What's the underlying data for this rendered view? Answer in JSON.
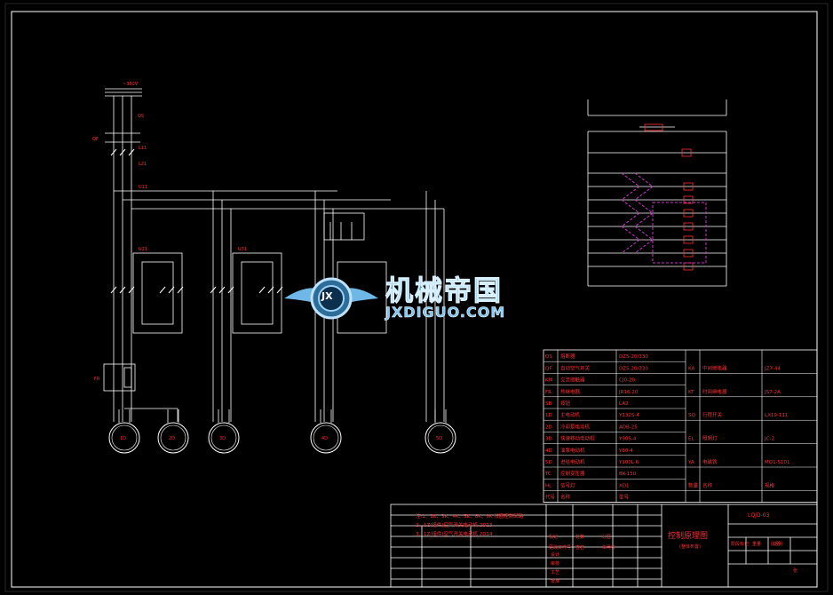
{
  "drawing": {
    "background": "#000000",
    "line_color": "#ffffff",
    "text_color": "#ff3030",
    "accent_magenta": "#cc33cc",
    "title_cn": "控制原理图",
    "title_sub": "(整体布置)",
    "drawing_no": "LQJD-03",
    "scale_label": "比例",
    "sheet_label": "张",
    "notes": [
      "注:1、2K、3K、4K、5K、6K、9K 线圈控制回路",
      "2、1Z(组件)空气开关电动机  2D13",
      "3、1Z(组件)空气开关电动机  2D14"
    ]
  },
  "watermark": {
    "brand_cn": "机械帝国",
    "brand_en": "JXDIGUO.COM",
    "logo_letters": "JX"
  },
  "motors": [
    {
      "label": "1D"
    },
    {
      "label": "2D"
    },
    {
      "label": "3D"
    },
    {
      "label": "4D"
    },
    {
      "label": "5D"
    }
  ],
  "parts_table": {
    "left_rows": [
      {
        "code": "QS",
        "name": "熔断器",
        "spec": "DZ5-20/330"
      },
      {
        "code": "QF",
        "name": "自动空气开关",
        "spec": "DZ5-20/330"
      },
      {
        "code": "KM",
        "name": "交流接触器",
        "spec": "CJ0-20"
      },
      {
        "code": "FR",
        "name": "热继电器",
        "spec": "JR16-20"
      },
      {
        "code": "SB",
        "name": "按钮",
        "spec": "LA2"
      },
      {
        "code": "1D",
        "name": "主电动机",
        "spec": "Y132S-4"
      },
      {
        "code": "2D",
        "name": "冷却泵电动机",
        "spec": "AOB-25"
      },
      {
        "code": "3D",
        "name": "快速移动电动机",
        "spec": "Y90S-4"
      },
      {
        "code": "4D",
        "name": "油泵电动机",
        "spec": "Y80-4"
      },
      {
        "code": "5D",
        "name": "进给电动机",
        "spec": "Y100L-6"
      },
      {
        "code": "TC",
        "name": "控制变压器",
        "spec": "BK-150"
      },
      {
        "code": "HL",
        "name": "信号灯",
        "spec": "XD1"
      },
      {
        "code": "代号",
        "name": "名称",
        "spec": "型号"
      }
    ],
    "right_rows": [
      {
        "code": "KA",
        "name": "中间继电器",
        "spec": "JZ7-44"
      },
      {
        "code": "KT",
        "name": "时间继电器",
        "spec": "JS7-2A"
      },
      {
        "code": "SQ",
        "name": "行程开关",
        "spec": "LX19-111"
      },
      {
        "code": "EL",
        "name": "照明灯",
        "spec": "JC-2"
      },
      {
        "code": "YA",
        "name": "电磁铁",
        "spec": "MQ1-5101"
      },
      {
        "code": "数量",
        "name": "名称",
        "spec": "规格"
      }
    ]
  },
  "title_block": {
    "left_cells": [
      "标记",
      "处数",
      "分区",
      "更改文件号",
      "签名",
      "年月日"
    ],
    "rows": [
      "设计",
      "审核",
      "工艺",
      "批准"
    ],
    "right_cells": [
      "阶段标记",
      "重量",
      "比例"
    ]
  }
}
